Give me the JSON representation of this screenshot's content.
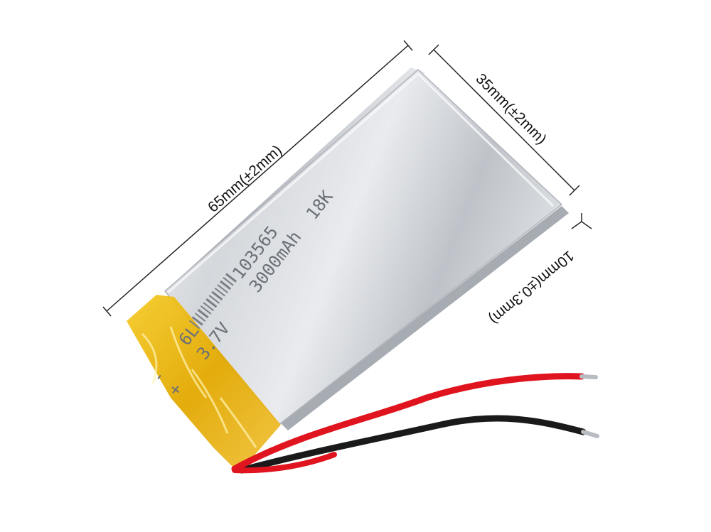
{
  "image": {
    "subject": "Lithium polymer battery",
    "colors": {
      "cell_body": "#c9ccd1",
      "cell_highlight": "#eef0f2",
      "cell_shadow": "#8d9199",
      "tape": "#e8b400",
      "wire_red": "#e0141e",
      "wire_black": "#1a1a1a",
      "dimension_line": "#222222"
    }
  },
  "dimensions": {
    "length": "65mm(±2mm)",
    "width": "35mm(±2mm)",
    "thickness": "10mm(±0.3mm)"
  },
  "cell_print": {
    "model": "103565",
    "capacity": "3000mAh",
    "voltage": "3.7V",
    "code": "18K",
    "barcode_prefix": "6L",
    "polarity_minus": "-",
    "polarity_plus": "+"
  }
}
